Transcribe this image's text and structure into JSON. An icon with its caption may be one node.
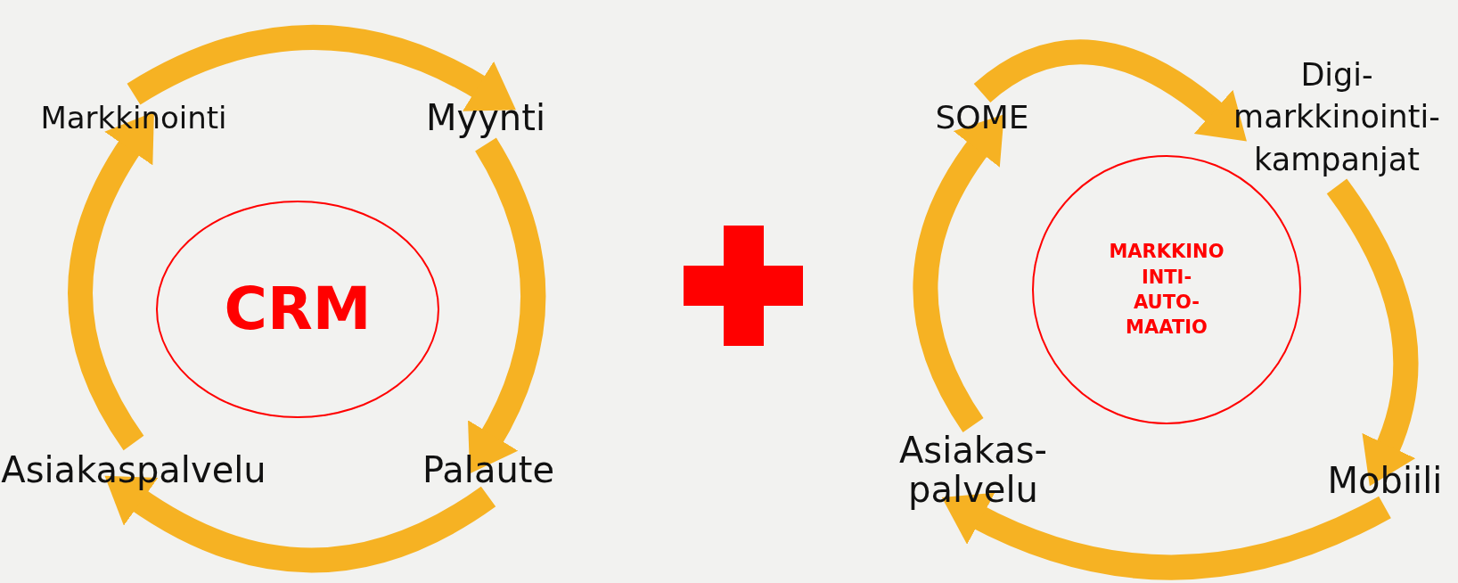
{
  "diagram": {
    "nodes": [
      {
        "text": [
          "Markkinointi"
        ]
      },
      {
        "text": [
          "Myynti"
        ]
      },
      {
        "text": [
          "Palaute"
        ]
      },
      {
        "text": [
          "Asiakaspalvelu"
        ]
      },
      {
        "text": [
          "CRM"
        ]
      },
      {
        "text": [
          "SOME"
        ]
      },
      {
        "text": [
          "Digi- markkinointi- kampanjat"
        ]
      },
      {
        "text": [
          "Mobiili"
        ]
      },
      {
        "text": [
          "Asiakas- palvelu"
        ]
      },
      {
        "text": [
          "MARKKINO INTI- AUTO- MAATIO"
        ]
      }
    ],
    "edges": [
      {
        "from": 0,
        "to": 1,
        "arrow": "to"
      },
      {
        "from": 1,
        "to": 2,
        "arrow": "to"
      },
      {
        "from": 2,
        "to": 3,
        "arrow": "to"
      },
      {
        "from": 3,
        "to": 0,
        "arrow": "to"
      },
      {
        "from": 5,
        "to": 6,
        "arrow": "to"
      },
      {
        "from": 6,
        "to": 7,
        "arrow": "to"
      },
      {
        "from": 7,
        "to": 8,
        "arrow": "to"
      },
      {
        "from": 8,
        "to": 5,
        "arrow": "to"
      }
    ]
  }
}
